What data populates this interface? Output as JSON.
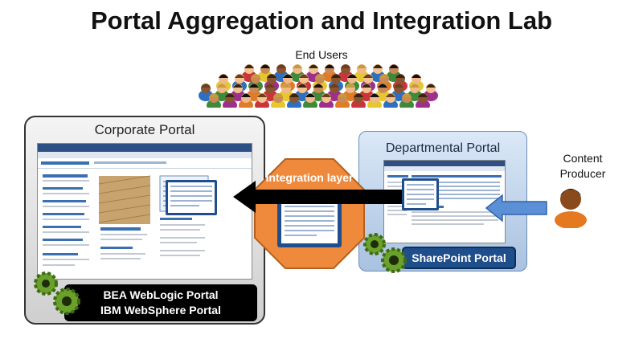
{
  "title": "Portal Aggregation and Integration Lab",
  "end_users": {
    "label": "End Users"
  },
  "corporate_portal": {
    "title": "Corporate Portal",
    "footer": [
      "BEA WebLogic Portal",
      "IBM WebSphere Portal"
    ]
  },
  "integration_layer": {
    "label": "Integration layer"
  },
  "departmental_portal": {
    "title": "Departmental Portal",
    "badge": "SharePoint Portal"
  },
  "content_producer": {
    "label_line1": "Content",
    "label_line2": "Producer"
  },
  "colors": {
    "integration_orange": "#ef8a3c",
    "sharepoint_blue": "#1f4e8c",
    "department_bg": "#c6d8ee",
    "arrow_black": "#000000",
    "arrow_blue": "#5b8fd6",
    "gear_green": "#6aa12b"
  }
}
